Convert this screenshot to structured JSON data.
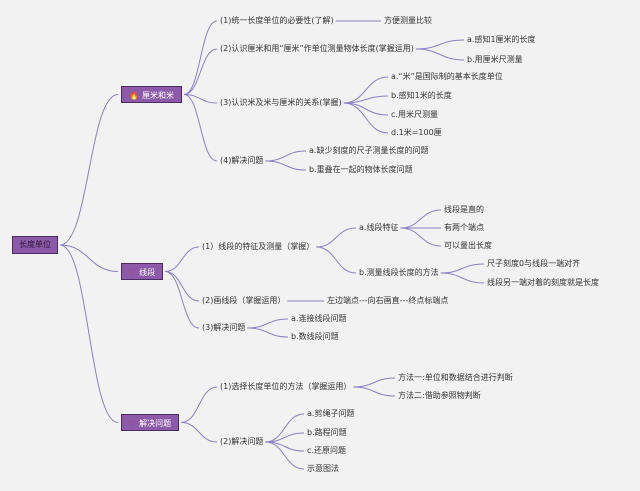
{
  "root": {
    "label": "长度单位"
  },
  "cats": [
    {
      "label": "厘米和米",
      "icon": "fire-icon"
    },
    {
      "label": "线段",
      "icon": "heart-icon"
    },
    {
      "label": "解决问题",
      "icon": "heart-icon"
    }
  ],
  "nodes": {
    "a1": "(1)统一长度单位的必要性(了解)",
    "a1a": "方便测量比较",
    "a2": "(2)认识厘米和用“厘米”作单位测量物体长度(掌握运用)",
    "a2a": "a.感知1厘米的长度",
    "a2b": "b.用厘米尺测量",
    "a3": "(3)认识米及米与厘米的关系(掌握)",
    "a3a": "a.“米”是国际制的基本长度单位",
    "a3b": "b.感知1米的长度",
    "a3c": "c.用米尺测量",
    "a3d": "d.1米=100厘",
    "a4": "(4)解决问题",
    "a4a": "a.缺少刻度的尺子测量长度的问题",
    "a4b": "b.重叠在一起的物体长度问题",
    "b1": "(1）线段的特征及测量（掌握）",
    "b1a": "a.线段特征",
    "b1a1": "线段是直的",
    "b1a2": "有两个端点",
    "b1a3": "可以量出长度",
    "b1b": "b.测量线段长度的方法",
    "b1b1": "尺子刻度0与线段一端对齐",
    "b1b2": "线段另一端对着的刻度就是长度",
    "b2": "(2)画线段（掌握运用）",
    "b2a": "左边端点---向右画直---终点标端点",
    "b3": "(3)解决问题",
    "b3a": "a.连接线段问题",
    "b3b": "b.数线段问题",
    "c1": "(1)选择长度单位的方法（掌握运用）",
    "c1a": "方法一:单位和数据结合进行判断",
    "c1b": "方法二:借助参照物判断",
    "c2": "(2)解决问题",
    "c2a": "a.剪绳子问题",
    "c2b": "b.路程问题",
    "c2c": "c.还原问题",
    "c2d": "示意图法"
  },
  "colors": {
    "line": "#8a80c4",
    "category_fill": "#8c5aa8",
    "category_border": "#4c2c64"
  }
}
